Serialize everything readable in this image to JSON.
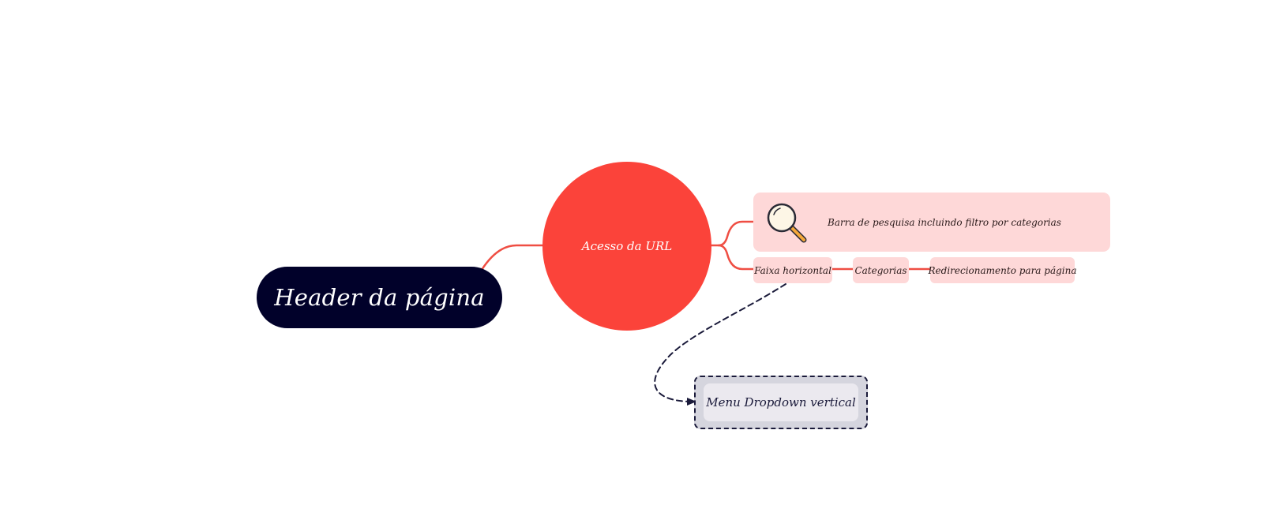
{
  "diagram": {
    "root": {
      "label": "Header da página"
    },
    "center": {
      "label": "Acesso da URL"
    },
    "search": {
      "label": "Barra de pesquisa incluindo filtro por categorias",
      "icon": "magnifying-glass-icon"
    },
    "chain": [
      {
        "label": "Faixa horizontal"
      },
      {
        "label": "Categorias"
      },
      {
        "label": "Redirecionamento para página"
      }
    ],
    "linked": {
      "label": "Menu Dropdown vertical"
    }
  },
  "colors": {
    "root_fill": "#01012a",
    "center_fill": "#fb433a",
    "branch_line": "#ef4e43",
    "topic_fill": "#fed8d8",
    "dashed_line": "#1a1a3a",
    "linked_outer": "#d5d5de",
    "linked_inner": "#ebe9ef"
  }
}
